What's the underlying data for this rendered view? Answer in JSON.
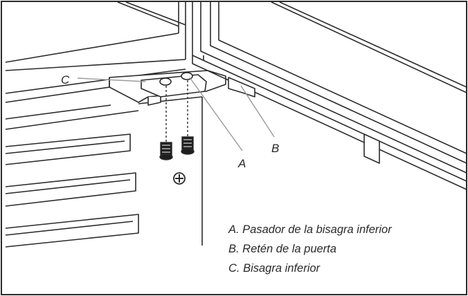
{
  "callouts": {
    "a": "A",
    "b": "B",
    "c": "C"
  },
  "legend": [
    "A. Pasador de la bisagra inferior",
    "B. Retén de la puerta",
    "C. Bisagra inferior"
  ],
  "colors": {
    "line": "#2a2a2a",
    "background": "#ffffff",
    "callout_leader": "#9a9a9a"
  }
}
